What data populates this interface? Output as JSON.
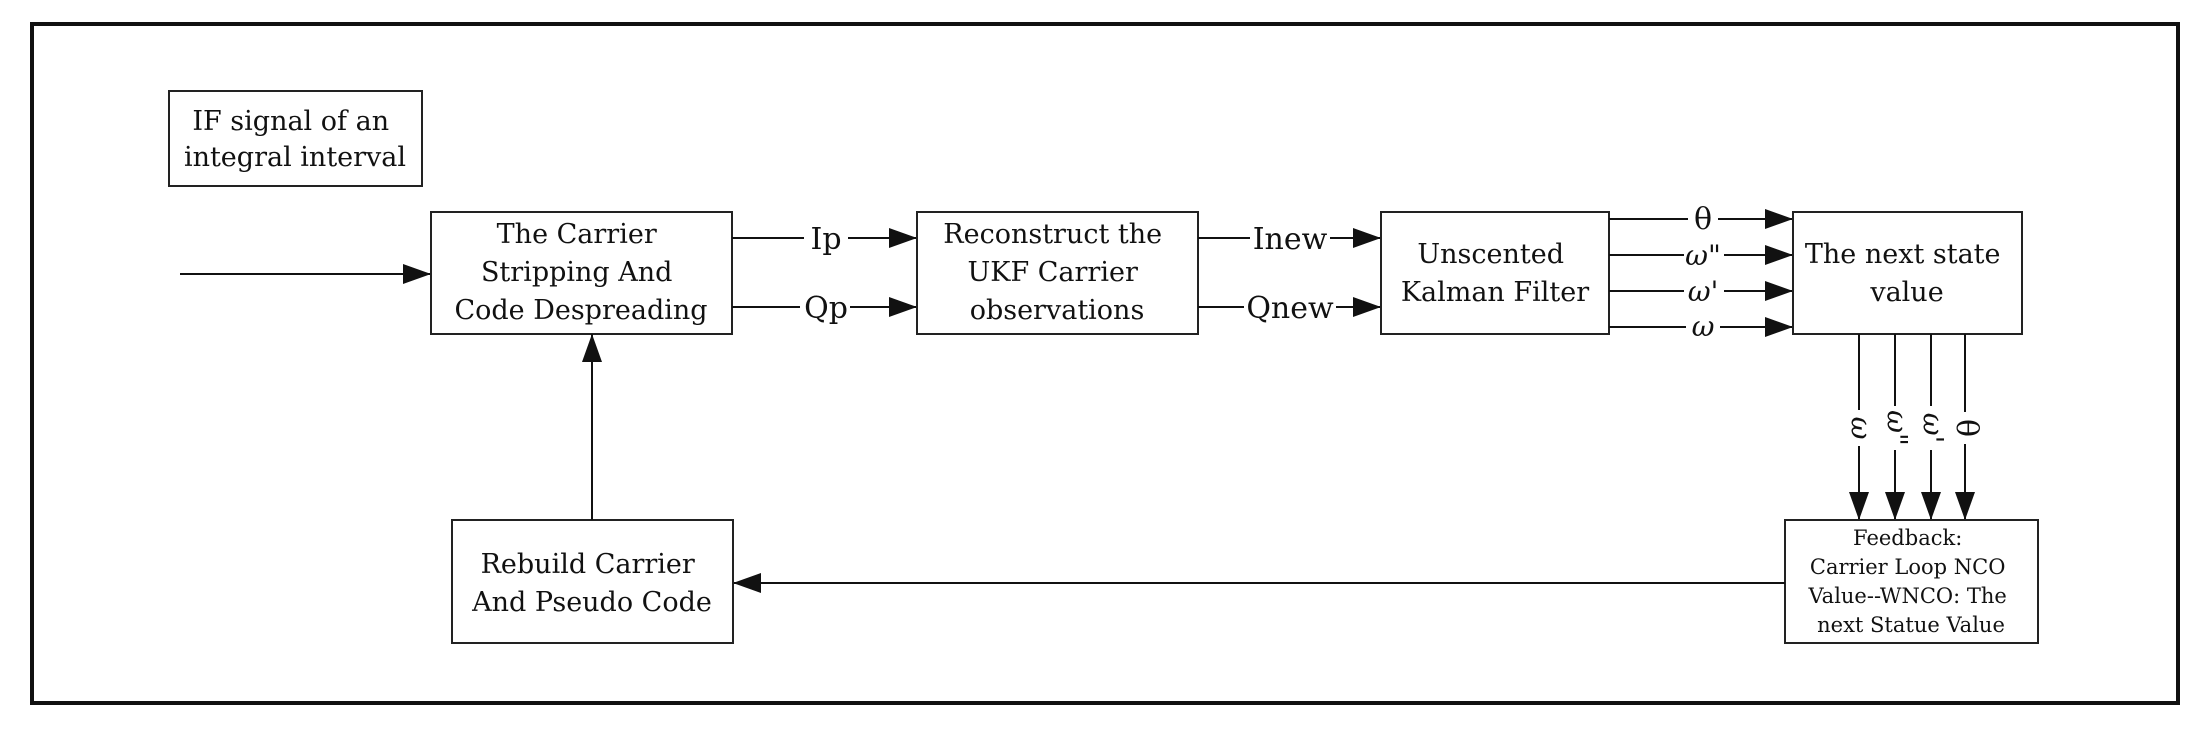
{
  "colors": {
    "stroke": "#111111",
    "background": "#ffffff"
  },
  "boxes": {
    "if_signal": [
      "IF signal of an",
      "integral interval"
    ],
    "stripping": [
      "The Carrier",
      "Stripping And",
      "Code Despreading"
    ],
    "reconstruct": [
      "Reconstruct the",
      "UKF Carrier",
      "observations"
    ],
    "ukf": [
      "Unscented",
      "Kalman Filter"
    ],
    "next_state": [
      "The next state",
      "value"
    ],
    "rebuild": [
      "Rebuild Carrier",
      "And Pseudo Code"
    ],
    "feedback": [
      "Feedback:",
      "Carrier Loop NCO",
      "Value--WNCO: The",
      "next Statue Value"
    ]
  },
  "signals": {
    "ip": "Ip",
    "qp": "Qp",
    "inew": "Inew",
    "qnew": "Qnew",
    "theta": "θ",
    "omega": "ω",
    "omega_prime": "ω'",
    "omega_double_prime": "ω\""
  }
}
